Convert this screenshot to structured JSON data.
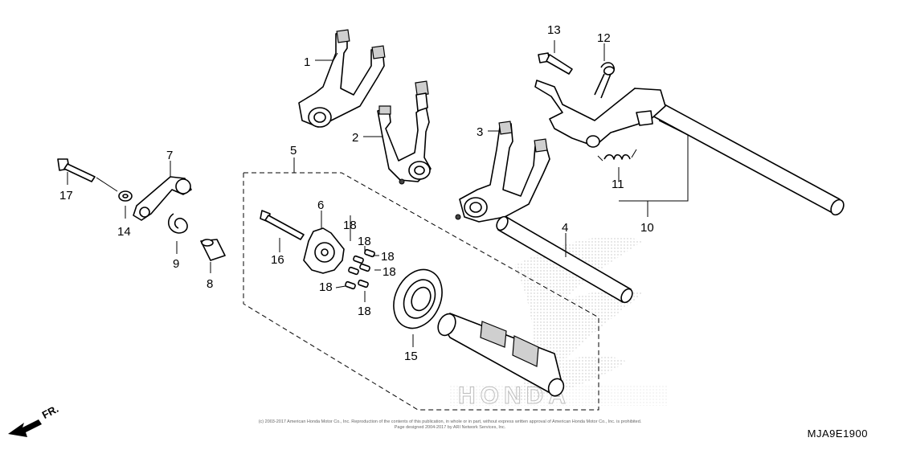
{
  "diagram": {
    "callouts": {
      "c1": "1",
      "c2": "2",
      "c3": "3",
      "c4": "4",
      "c5": "5",
      "c6": "6",
      "c7": "7",
      "c8": "8",
      "c9": "9",
      "c10": "10",
      "c11": "11",
      "c12": "12",
      "c13": "13",
      "c14": "14",
      "c15": "15",
      "c16": "16",
      "c17": "17",
      "c18a": "18",
      "c18b": "18",
      "c18c": "18",
      "c18d": "18",
      "c18e": "18",
      "c18f": "18"
    },
    "direction_label": "FR.",
    "watermark": "HONDA",
    "copyright_line1": "(c) 2003-2017 American Honda Motor Co., Inc. Reproduction of the contents of this publication, in whole or in part, without express written approval of American Honda Motor Co., Inc. is prohibited.",
    "copyright_line2": "Page designed 2004-2017 by ARI Network Services, Inc.",
    "diagram_code": "MJA9E1900"
  }
}
